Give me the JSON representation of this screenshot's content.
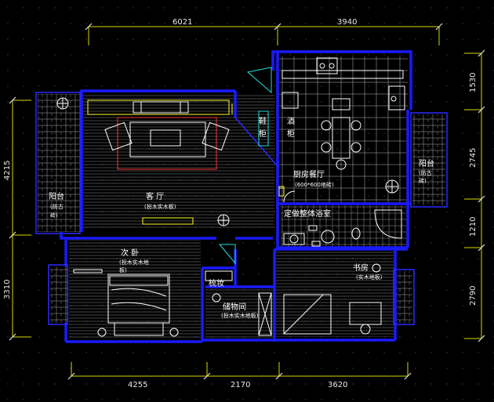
{
  "dimensions": {
    "top": [
      "6021",
      "3940"
    ],
    "bottom": [
      "4255",
      "2170",
      "3620"
    ],
    "left": [
      "4215",
      "3310"
    ],
    "right": [
      "1530",
      "2745",
      "1210",
      "2790"
    ]
  },
  "rooms": {
    "living": {
      "name": "客 厅",
      "note": "(扮木实木板)"
    },
    "kitchen": {
      "name": "厨房餐厅",
      "note": "(600*600地砖)"
    },
    "bath": {
      "name": "定做整体浴室"
    },
    "balcony_left": {
      "name": "阳台",
      "note1": "(防古",
      "note2": "砖)"
    },
    "balcony_right": {
      "name": "阳台",
      "note1": "(防古",
      "note2": "砖)"
    },
    "bedroom": {
      "name": "次 卧",
      "note1": "(扮木实木地",
      "note2": "板)"
    },
    "study": {
      "name": "书房",
      "note": "(实木地板)"
    },
    "makeup": {
      "name": "梳妆"
    },
    "storage": {
      "name": "储物间",
      "note": "(扮木实木地板)"
    },
    "shoe_cabinet": {
      "c1": "鞋",
      "c2": "柜"
    },
    "wine_cabinet": {
      "c1": "酒",
      "c2": "柜"
    }
  },
  "colors": {
    "background": "#000000",
    "wall": "#1a1aff",
    "dimension_line": "#d8d800",
    "accent_cyan": "#22dddd",
    "accent_red": "#ff3333",
    "accent_green": "#33ff33"
  }
}
